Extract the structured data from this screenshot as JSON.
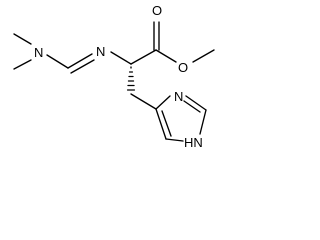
{
  "molecule": {
    "colors": {
      "bond": "#000000",
      "label": "#000000",
      "background": "#ffffff"
    },
    "atom_labels": {
      "amine_nitrogen": "N",
      "imine_nitrogen": "N",
      "carbonyl_oxygen": "O",
      "ester_oxygen": "O",
      "ring_nitrogen": "N",
      "ring_nh": "HN"
    }
  }
}
